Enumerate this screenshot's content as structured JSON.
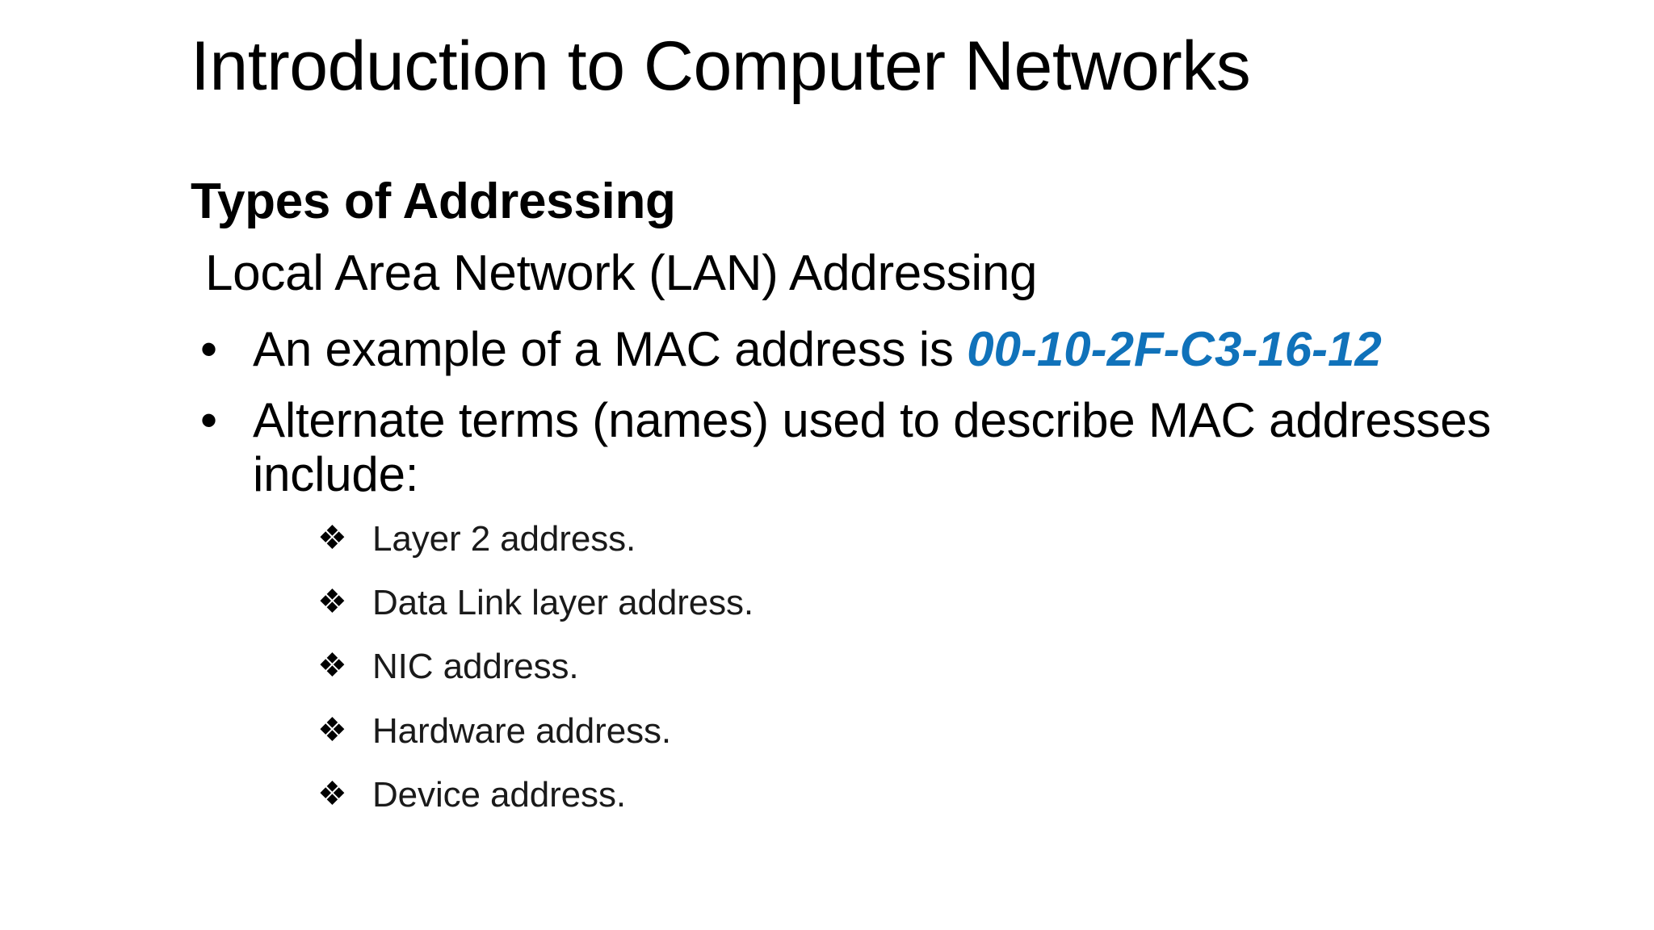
{
  "slide": {
    "title": "Introduction to Computer Networks",
    "heading": "Types of Addressing",
    "subheading": "Local Area Network (LAN) Addressing",
    "bullet_marker": "•",
    "sub_bullet_marker": "❖",
    "accent_color": "#1072BA",
    "text_color": "#000000",
    "background_color": "#FFFFFF",
    "bullets": [
      {
        "text_before": "An example of a MAC address is ",
        "code": "00-10-2F-C3-16-12",
        "text_after": ""
      },
      {
        "text_before": "Alternate terms (names) used to describe MAC addresses include:",
        "code": "",
        "text_after": ""
      }
    ],
    "sub_bullets": [
      {
        "label": "Layer 2 address."
      },
      {
        "label": "Data Link layer address."
      },
      {
        "label": "NIC address."
      },
      {
        "label": "Hardware address."
      },
      {
        "label": "Device address."
      }
    ]
  }
}
